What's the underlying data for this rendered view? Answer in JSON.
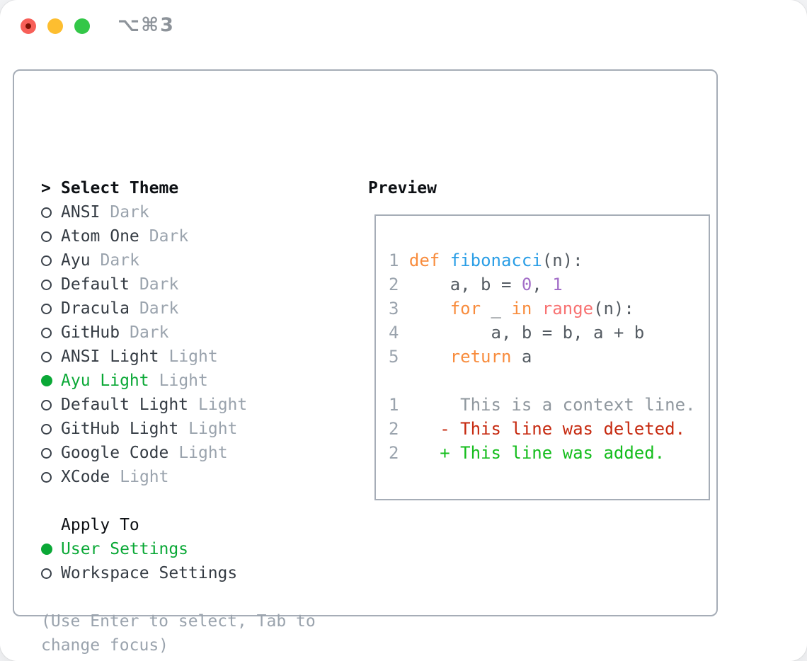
{
  "window": {
    "title": "⌥⌘3",
    "controls": [
      "close",
      "minimize",
      "zoom"
    ]
  },
  "colors": {
    "accent_green": "#0aa836",
    "muted": "#9aa3ad",
    "text": "#343b43",
    "heading": "#0d1014",
    "border": "#a6adb7",
    "line_number": "#9aa3ad",
    "code_plain": "#555c63",
    "code_keyword": "#f88c3d",
    "code_function": "#2a9ee6",
    "code_number": "#a36ec8",
    "code_builtin": "#f87272",
    "diff_context": "#8f979e",
    "diff_deleted": "#c6290f",
    "diff_added": "#14bd1c",
    "traffic_red": "#f75f58",
    "traffic_yellow": "#fdbe30",
    "traffic_green": "#33c748"
  },
  "theme_picker": {
    "prompt": ">",
    "header": "Select Theme",
    "items": [
      {
        "name": "ANSI",
        "tag": "Dark",
        "selected": false
      },
      {
        "name": "Atom One",
        "tag": "Dark",
        "selected": false
      },
      {
        "name": "Ayu",
        "tag": "Dark",
        "selected": false
      },
      {
        "name": "Default",
        "tag": "Dark",
        "selected": false
      },
      {
        "name": "Dracula",
        "tag": "Dark",
        "selected": false
      },
      {
        "name": "GitHub",
        "tag": "Dark",
        "selected": false
      },
      {
        "name": "ANSI Light",
        "tag": "Light",
        "selected": false
      },
      {
        "name": "Ayu Light",
        "tag": "Light",
        "selected": true
      },
      {
        "name": "Default Light",
        "tag": "Light",
        "selected": false
      },
      {
        "name": "GitHub Light",
        "tag": "Light",
        "selected": false
      },
      {
        "name": "Google Code",
        "tag": "Light",
        "selected": false
      },
      {
        "name": "XCode",
        "tag": "Light",
        "selected": false
      }
    ]
  },
  "apply_to": {
    "header": "Apply To",
    "options": [
      {
        "name": "User Settings",
        "selected": true
      },
      {
        "name": "Workspace Settings",
        "selected": false
      }
    ]
  },
  "hint_lines": [
    "(Use Enter to select, Tab to",
    "change focus)"
  ],
  "preview": {
    "header": "Preview",
    "lines": [
      {
        "num": "1",
        "segments": [
          {
            "t": " ",
            "c": "plain"
          },
          {
            "t": "def",
            "c": "keyword"
          },
          {
            "t": " ",
            "c": "plain"
          },
          {
            "t": "fibonacci",
            "c": "function"
          },
          {
            "t": "(n):",
            "c": "plain"
          }
        ]
      },
      {
        "num": "2",
        "segments": [
          {
            "t": "     a, b = ",
            "c": "plain"
          },
          {
            "t": "0",
            "c": "number"
          },
          {
            "t": ", ",
            "c": "plain"
          },
          {
            "t": "1",
            "c": "number"
          }
        ]
      },
      {
        "num": "3",
        "segments": [
          {
            "t": "     ",
            "c": "plain"
          },
          {
            "t": "for",
            "c": "keyword"
          },
          {
            "t": " _ ",
            "c": "plain"
          },
          {
            "t": "in",
            "c": "keyword"
          },
          {
            "t": " ",
            "c": "plain"
          },
          {
            "t": "range",
            "c": "builtin"
          },
          {
            "t": "(n):",
            "c": "plain"
          }
        ]
      },
      {
        "num": "4",
        "segments": [
          {
            "t": "         a, b = b, a + b",
            "c": "plain"
          }
        ]
      },
      {
        "num": "5",
        "segments": [
          {
            "t": "     ",
            "c": "plain"
          },
          {
            "t": "return",
            "c": "keyword"
          },
          {
            "t": " a",
            "c": "plain"
          }
        ]
      },
      {
        "num": "",
        "segments": []
      },
      {
        "num": "1",
        "segments": [
          {
            "t": "      This is a context line.",
            "c": "context"
          }
        ]
      },
      {
        "num": "2",
        "segments": [
          {
            "t": "    ",
            "c": "plain"
          },
          {
            "t": "- This line was deleted.",
            "c": "deleted"
          }
        ]
      },
      {
        "num": "2",
        "segments": [
          {
            "t": "    ",
            "c": "plain"
          },
          {
            "t": "+ This line was added.",
            "c": "added"
          }
        ]
      }
    ]
  }
}
